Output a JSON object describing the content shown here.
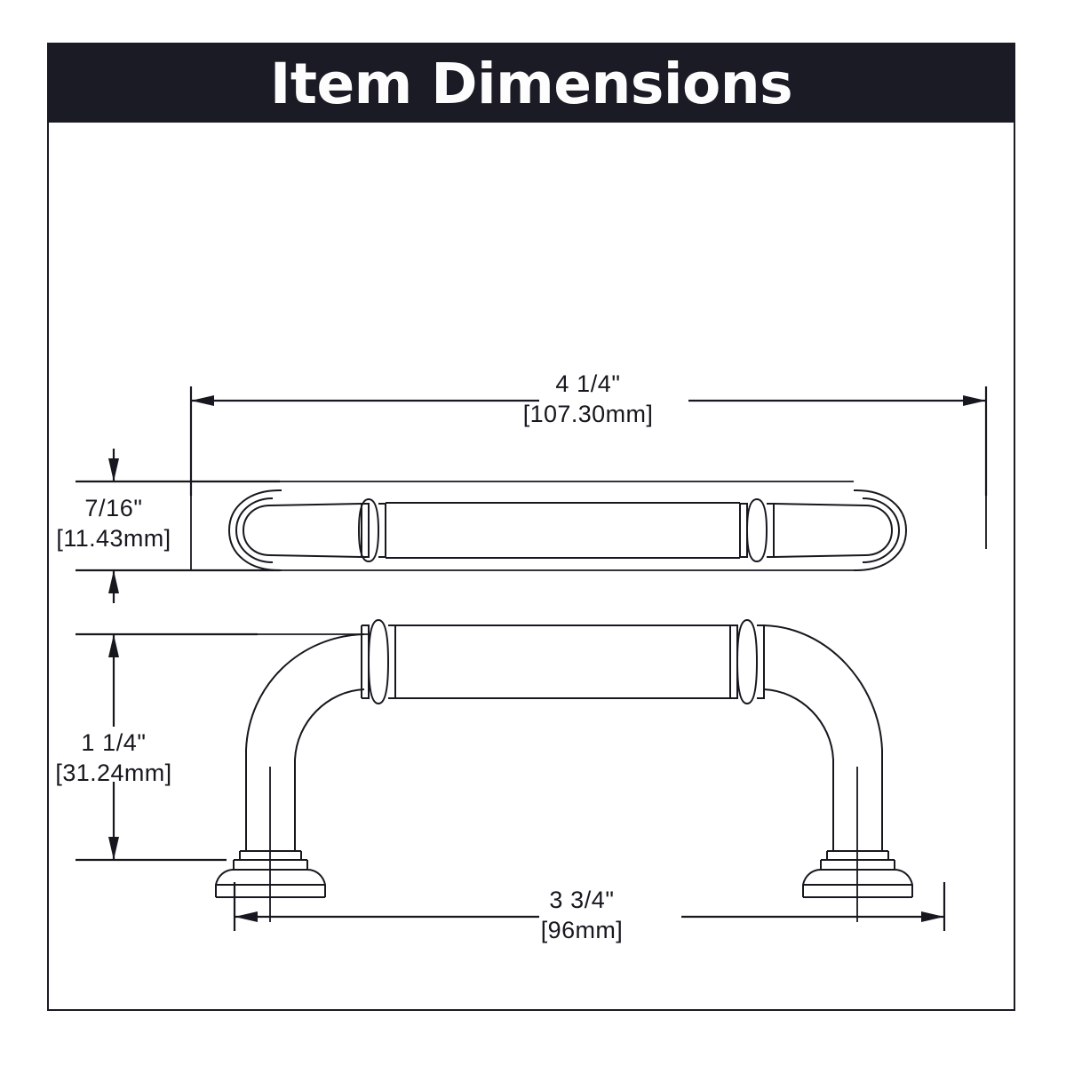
{
  "page": {
    "background_color": "#ffffff",
    "frame_border_color": "#1b1b25"
  },
  "header": {
    "title": "Item Dimensions",
    "background_color": "#1b1b26",
    "text_color": "#fdfdfd"
  },
  "drawing": {
    "line_color": "#17171f",
    "views": [
      {
        "name": "top-view",
        "description": "Top view of cabinet pull handle"
      },
      {
        "name": "front-view",
        "description": "Front elevation view of cabinet pull handle"
      }
    ]
  },
  "dimensions": {
    "overall_length": {
      "label": "overall-length",
      "imperial": "4 1/4\"",
      "metric": "[107.30mm]",
      "orientation": "horizontal",
      "view": "top-view"
    },
    "projection_depth": {
      "label": "projection-depth",
      "imperial": "7/16\"",
      "metric": "[11.43mm]",
      "orientation": "vertical",
      "view": "top-view"
    },
    "handle_height": {
      "label": "handle-height",
      "imperial": "1 1/4\"",
      "metric": "[31.24mm]",
      "orientation": "vertical",
      "view": "front-view"
    },
    "center_to_center": {
      "label": "center-to-center",
      "imperial": "3 3/4\"",
      "metric": "[96mm]",
      "orientation": "horizontal",
      "view": "front-view"
    }
  }
}
